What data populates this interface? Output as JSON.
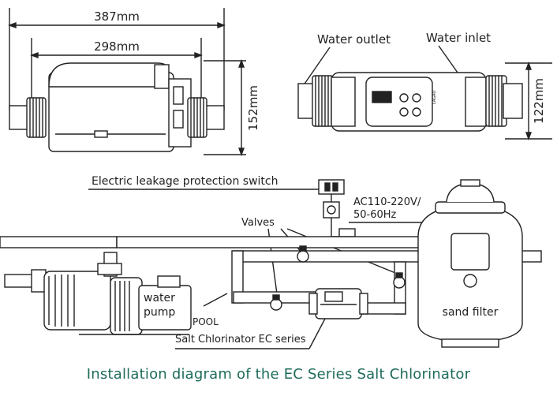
{
  "top_left": {
    "overall_width": "387mm",
    "body_width": "298mm",
    "height": "152mm"
  },
  "top_right": {
    "water_outlet": "Water outlet",
    "water_inlet": "Water inlet",
    "height": "122mm",
    "controller_brand": "LAGAO"
  },
  "install": {
    "switch_label": "Electric leakage protection switch",
    "voltage_line1": "AC110-220V/",
    "voltage_line2": "50-60Hz",
    "valves": "Valves",
    "pump_line1": "water",
    "pump_line2": "pump",
    "pool": "POOL",
    "chlorinator": "Salt Chlorinator EC series",
    "sand_filter": "sand filter"
  },
  "caption": "Installation diagram of the EC Series Salt Chlorinator",
  "colors": {
    "line": "#222222",
    "caption": "#1e6b5a",
    "fill_light": "#f2f2f2",
    "fill_dark": "#3a3a3a"
  }
}
